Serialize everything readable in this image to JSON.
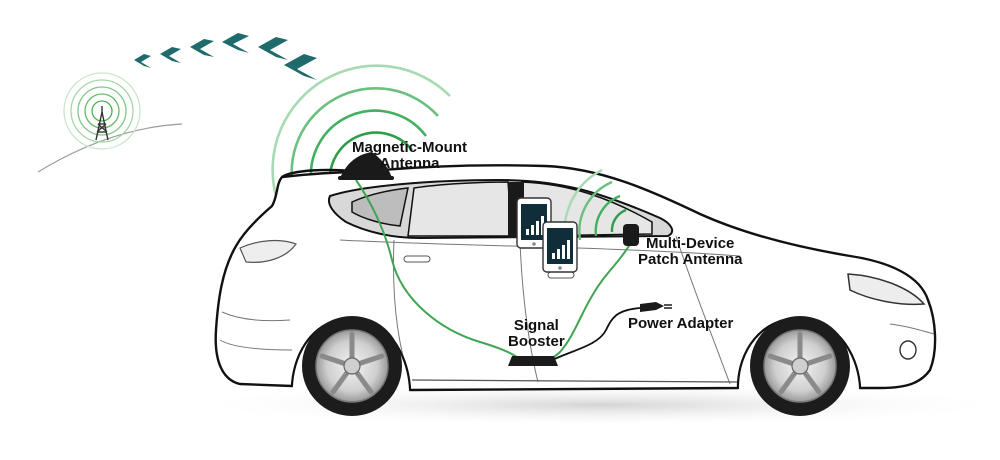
{
  "labels": {
    "magnetic_mount": [
      "Magnetic-Mount",
      "Antenna"
    ],
    "patch": [
      "Multi-Device",
      "Patch Antenna"
    ],
    "booster": [
      "Signal",
      "Booster"
    ],
    "power": "Power Adapter"
  },
  "icons": [
    "cell-tower-icon",
    "signal-direction-arrows-icon",
    "magnetic-mount-antenna-icon",
    "smartphone-icon",
    "patch-antenna-icon",
    "signal-booster-icon",
    "power-adapter-plug-icon"
  ],
  "colors": {
    "signal_green": "#4caf50",
    "ring_green": "#7bc98a",
    "arrow_teal": "#1f6b6b",
    "car_body": "#ffffff",
    "car_outline": "#111111",
    "window_gray": "#d8d8d8",
    "phone_screen": "#0f2e3a"
  }
}
